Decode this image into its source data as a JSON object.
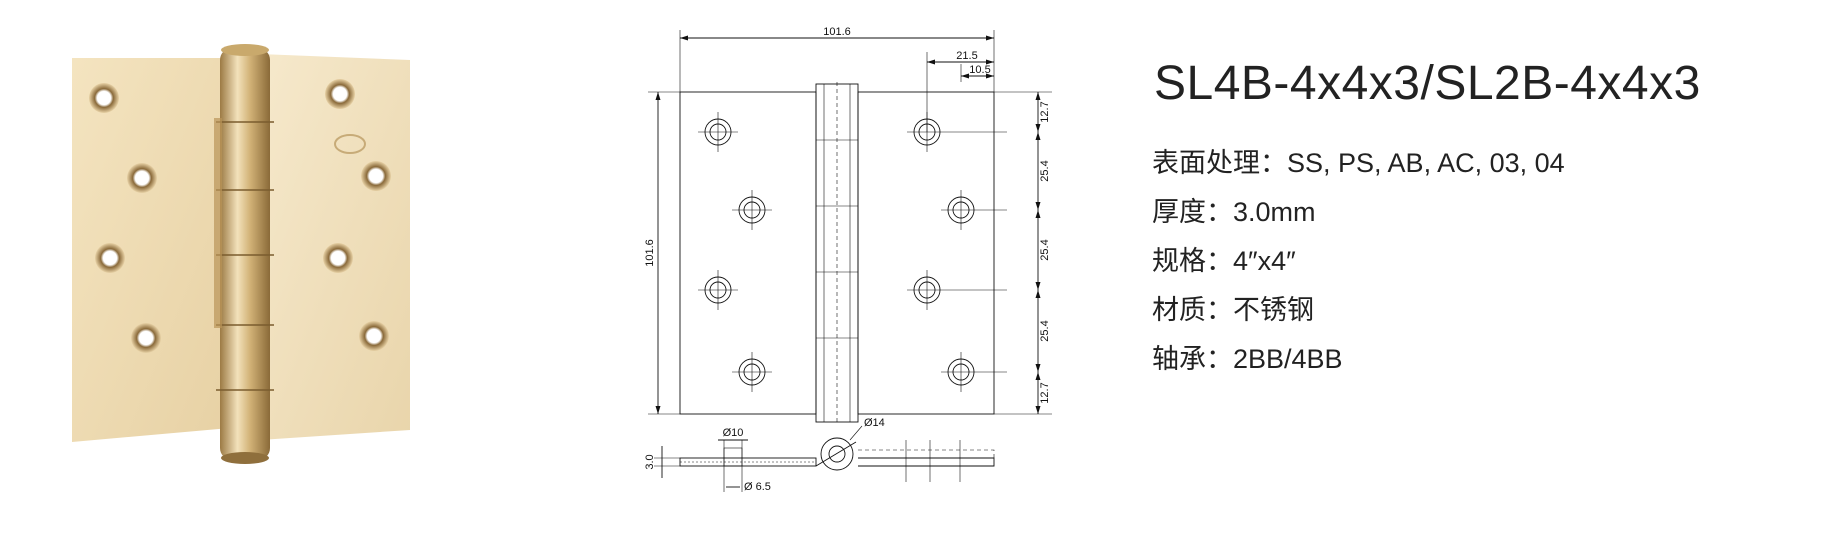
{
  "product": {
    "model": "SL4B-4x4x3/SL2B-4x4x3"
  },
  "specs": [
    {
      "label": "表面处理：",
      "value": "SS, PS, AB, AC, 03, 04"
    },
    {
      "label": "厚度：",
      "value": "3.0mm"
    },
    {
      "label": "规格：",
      "value": "4″x4″"
    },
    {
      "label": "材质：",
      "value": "不锈钢"
    },
    {
      "label": "轴承：",
      "value": "2BB/4BB"
    }
  ],
  "drawing": {
    "width_total": "101.6",
    "offset_1": "21.5",
    "offset_2": "10.5",
    "height_total": "101.6",
    "pitch_top": "12.7",
    "pitch_1": "25.4",
    "pitch_2": "25.4",
    "pitch_3": "25.4",
    "pitch_bottom": "12.7",
    "hole_dia": "Ø10",
    "knuckle_dia": "Ø14",
    "screw_dia": "Ø 6.5",
    "thickness": "3.0"
  },
  "colors": {
    "brass_light": "#efdcb3",
    "brass_mid": "#d9bd86",
    "brass_dark": "#a8844c"
  }
}
